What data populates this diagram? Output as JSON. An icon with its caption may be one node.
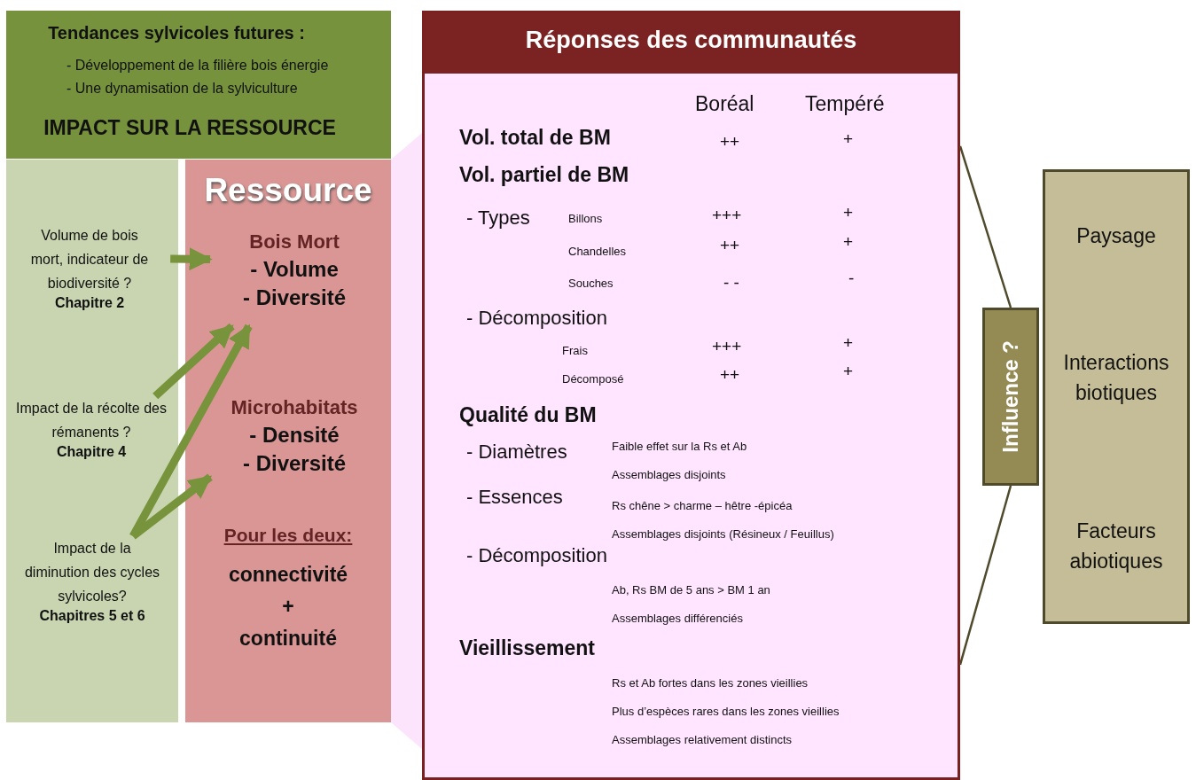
{
  "diagram": {
    "nodes": [
      {
        "text": [
          "Tendances sylvicoles futures :",
          "- Développement de la filière bois énergie",
          "- Une dynamisation de la sylviculture",
          "IMPACT SUR LA RESSOURCE"
        ]
      },
      {
        "text": [],
        "shape": "box"
      },
      {
        "text": [
          "Volume de bois mort, indicateur de biodiversité ?",
          "Chapitre 2"
        ],
        "in": 1
      },
      {
        "text": [
          "Impact de la récolte des rémanents ?",
          "Chapitre 4"
        ],
        "in": 1
      },
      {
        "text": [
          "Impact de la diminution des cycles sylvicoles?",
          "Chapitres 5 et 6"
        ],
        "in": 1
      },
      {
        "text": [
          "Ressource"
        ]
      },
      {
        "text": [
          "Bois Mort",
          "- Volume",
          "- Diversité"
        ],
        "in": 5
      },
      {
        "text": [
          "Microhabitats",
          "- Densité",
          "- Diversité"
        ],
        "in": 5
      },
      {
        "text": [
          "Pour les deux:",
          "connectivité + continuité"
        ],
        "in": 5
      },
      {
        "text": [
          "Réponses des communautés"
        ]
      },
      {
        "text": [
          "Influence ?"
        ]
      },
      {
        "text": [
          "Paysage",
          "Interactions biotiques",
          "Facteurs abiotiques"
        ]
      },
      {
        "text": [],
        "shape": "trapezoid"
      }
    ],
    "edges": [
      {
        "from": 2,
        "to": 6,
        "arrow": "to"
      },
      {
        "from": 3,
        "to": 6,
        "arrow": "to"
      },
      {
        "from": 4,
        "to": 6,
        "arrow": "to"
      },
      {
        "from": 4,
        "to": 7,
        "arrow": "to"
      },
      {
        "from": 9,
        "to": 10,
        "arrow": "none",
        "color": "#4f4a2c"
      },
      {
        "from": 9,
        "to": 10,
        "arrow": "none",
        "color": "#4f4a2c"
      }
    ],
    "labels": [
      "Boréal",
      "Tempéré",
      "Vol. total de BM",
      "++",
      "+",
      "Vol. partiel de BM",
      "- Types",
      "Billons",
      "+++",
      "+",
      "Chandelles",
      "++",
      "+",
      "Souches",
      "- -",
      "-",
      "- Décomposition",
      "Frais",
      "+++",
      "+",
      "Décomposé",
      "++",
      "+",
      "Qualité du BM",
      "- Diamètres",
      "Faible effet sur la Rs et Ab",
      "Assemblages disjoints",
      "- Essences",
      "Rs chêne > charme – hêtre -épicéa",
      "Assemblages disjoints (Résineux / Feuillus)",
      "- Décomposition",
      "Ab, Rs BM de 5 ans > BM 1 an",
      "Assemblages différenciés",
      "Vieillissement",
      "Rs et Ab fortes dans les zones vieillies",
      "Plus d’espèces rares dans les zones vieillies",
      "Assemblages relativement distincts"
    ]
  }
}
